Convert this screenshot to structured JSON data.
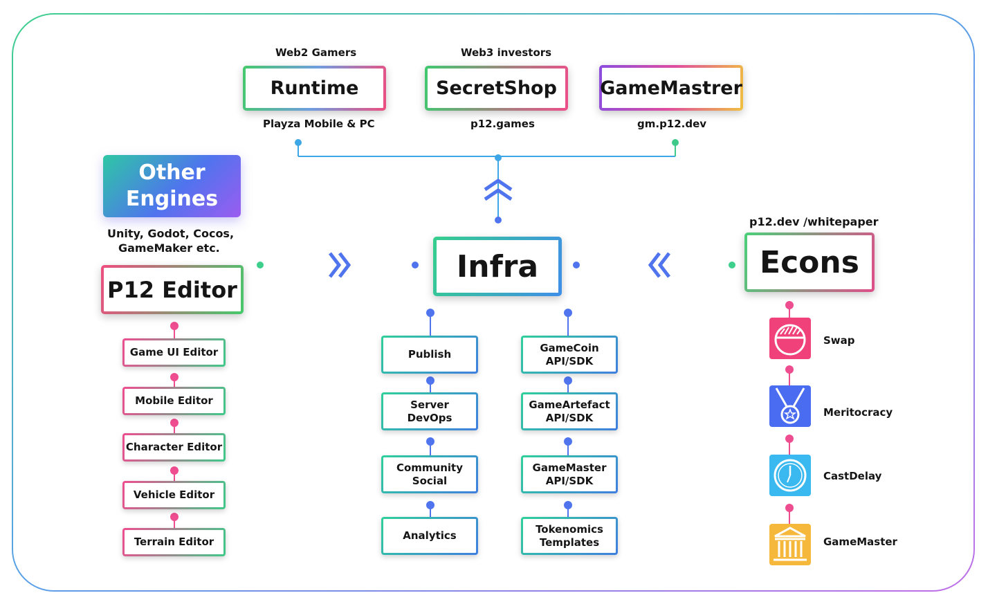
{
  "top": {
    "runtime": {
      "above": "Web2 Gamers",
      "title": "Runtime",
      "below": "Playza Mobile & PC"
    },
    "secretshop": {
      "above": "Web3 investors",
      "title": "SecretShop",
      "below": "p12.games"
    },
    "gamemaster": {
      "title": "GameMastrer",
      "below": "gm.p12.dev"
    }
  },
  "center": {
    "title": "Infra"
  },
  "other_engines": {
    "line1": "Other",
    "line2": "Engines",
    "caption_line1": "Unity, Godot, Cocos,",
    "caption_line2": "GameMaker etc."
  },
  "editor": {
    "title": "P12 Editor",
    "items": [
      "Game UI Editor",
      "Mobile Editor",
      "Character Editor",
      "Vehicle Editor",
      "Terrain Editor"
    ]
  },
  "infra_left": [
    {
      "line1": "Publish",
      "line2": ""
    },
    {
      "line1": "Server",
      "line2": "DevOps"
    },
    {
      "line1": "Community",
      "line2": "Social"
    },
    {
      "line1": "Analytics",
      "line2": ""
    }
  ],
  "infra_right": [
    {
      "line1": "GameCoin",
      "line2": "API/SDK"
    },
    {
      "line1": "GameArtefact",
      "line2": "API/SDK"
    },
    {
      "line1": "GameMaster",
      "line2": "API/SDK"
    },
    {
      "line1": "Tokenomics",
      "line2": "Templates"
    }
  ],
  "econs": {
    "link": "p12.dev /whitepaper",
    "title": "Econs",
    "items": [
      {
        "label": "Swap",
        "icon": "swap-icon",
        "color": "#f0417a"
      },
      {
        "label": "Meritocracy",
        "icon": "medal-icon",
        "color": "#4a6cf0"
      },
      {
        "label": "CastDelay",
        "icon": "clock-icon",
        "color": "#3ab8f0"
      },
      {
        "label": "GameMaster",
        "icon": "bank-icon",
        "color": "#f5b83a"
      }
    ]
  },
  "colors": {
    "line_blue": "#3da6e6",
    "line_green": "#3ec98a",
    "line_pink": "#ee4d8f",
    "dot_blue": "#4f74ee"
  }
}
